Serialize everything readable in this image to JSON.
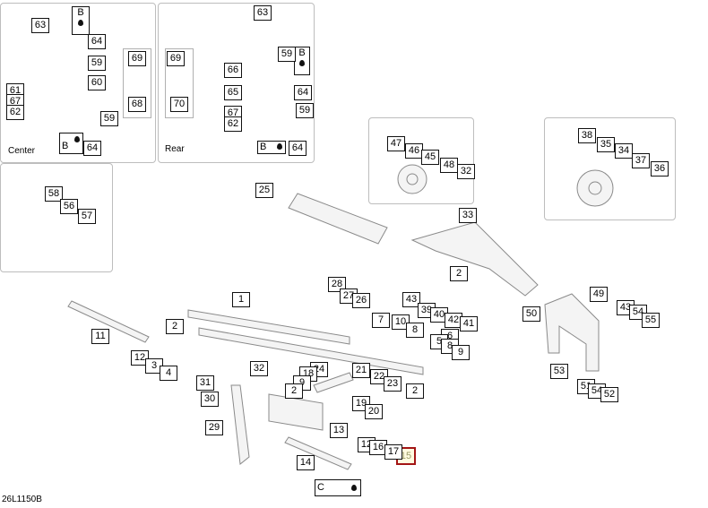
{
  "diagram": {
    "code": "26L1150B",
    "panels": {
      "center_caption": "Center",
      "rear_caption": "Rear"
    },
    "lube_marks": {
      "b1": "B",
      "b2": "B",
      "b3": "B",
      "b4": "B",
      "c": "C"
    },
    "highlighted_part": "15",
    "labels": [
      "63",
      "64",
      "59",
      "60",
      "69",
      "68",
      "61",
      "67",
      "62",
      "59",
      "64",
      "63",
      "69",
      "70",
      "66",
      "59",
      "64",
      "65",
      "67",
      "62",
      "59",
      "64",
      "58",
      "56",
      "57",
      "47",
      "46",
      "45",
      "48",
      "32",
      "38",
      "35",
      "34",
      "37",
      "36",
      "25",
      "33",
      "2",
      "28",
      "27",
      "26",
      "43",
      "39",
      "40",
      "42",
      "41",
      "49",
      "50",
      "43",
      "54",
      "55",
      "1",
      "2",
      "11",
      "7",
      "10",
      "8",
      "6",
      "5",
      "8",
      "9",
      "12",
      "3",
      "4",
      "53",
      "51",
      "54",
      "52",
      "31",
      "30",
      "32",
      "24",
      "18",
      "9",
      "2",
      "21",
      "22",
      "23",
      "2",
      "19",
      "20",
      "29",
      "13",
      "12",
      "16",
      "17",
      "14"
    ]
  }
}
